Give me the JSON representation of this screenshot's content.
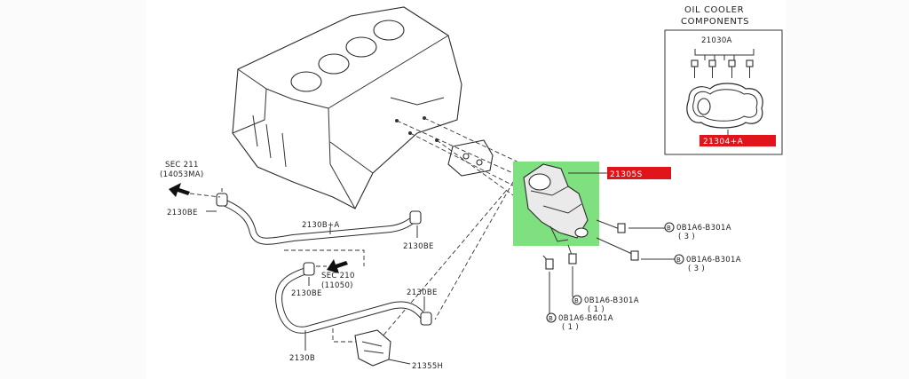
{
  "legend_box": {
    "title_line1": "OIL COOLER",
    "title_line2": "COMPONENTS",
    "bolt_part": "21030A",
    "gasket_part": "21304+A"
  },
  "highlight_color": "#7fe07f",
  "label_highlight_color": "#e0141b",
  "callouts": {
    "oil_cooler": "21305S",
    "sec211_line1": "SEC 211",
    "sec211_line2": "(14053MA)",
    "sec210_line1": "SEC 210",
    "sec210_line2": "(11050)",
    "clamp_left": "2130BE",
    "hose_upper": "2130B+A",
    "clamp_mid_right": "2130BE",
    "clamp_lower_left": "2130BE",
    "clamp_lower_right": "2130BE",
    "hose_lower": "2130B",
    "bracket_bottom": "21355H",
    "bolt_a_id": "0B1A6-B301A",
    "bolt_a_qty": "( 3 )",
    "bolt_b_id": "0B1A6-B301A",
    "bolt_b_qty": "( 3 )",
    "bolt_c_id": "0B1A6-B301A",
    "bolt_c_qty": "( 1 )",
    "bolt_d_id": "0B1A6-B601A",
    "bolt_d_qty": "( 1 )",
    "bolt_marker": "B"
  }
}
